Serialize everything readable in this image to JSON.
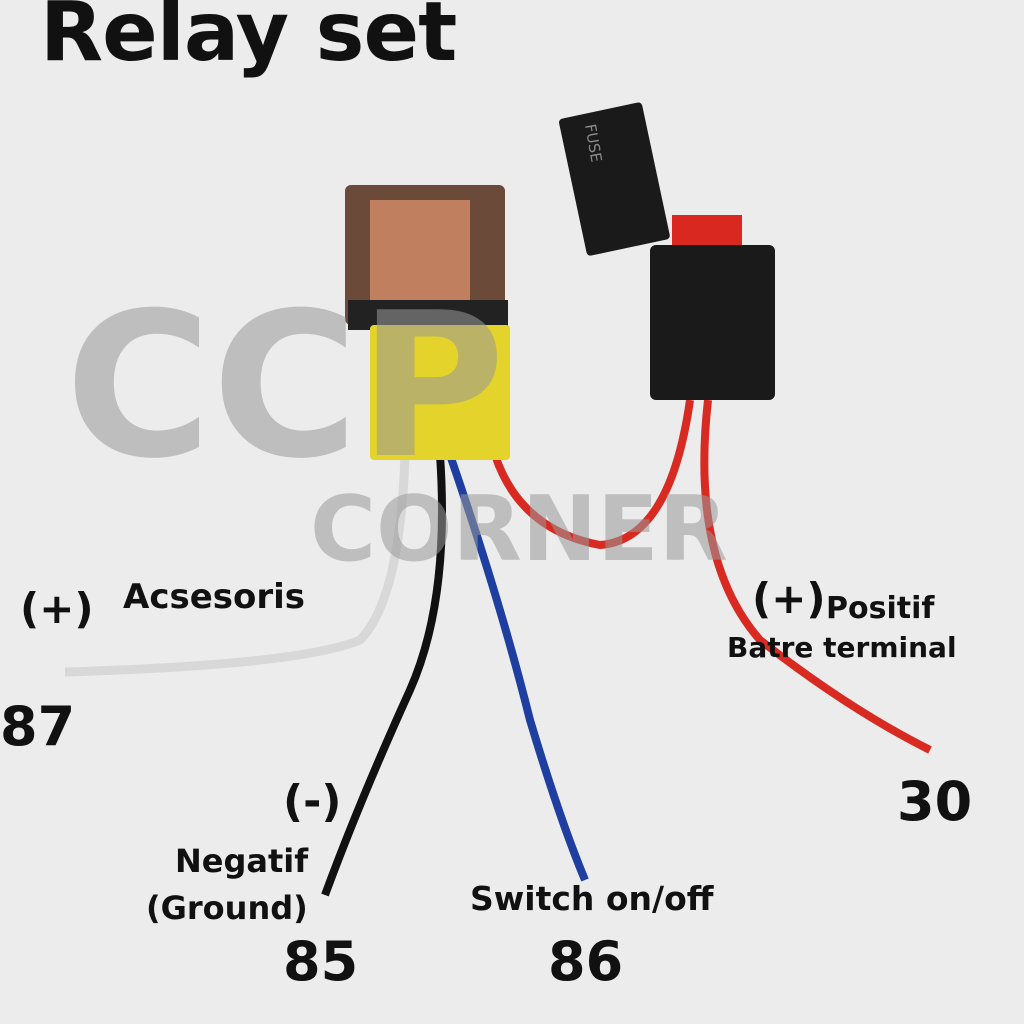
{
  "title": "Relay set",
  "watermark": {
    "line1": "CCP",
    "line2": "CORNER"
  },
  "fuse_holder_text": "FUSE",
  "labels": {
    "acc_sign": "(+)",
    "acc_name": "Acsesoris",
    "acc_pin": "87",
    "neg_sign": "(-)",
    "neg_name": "Negatif",
    "neg_sub": "(Ground)",
    "neg_pin": "85",
    "sw_name": "Switch on/off",
    "sw_pin": "86",
    "pos_sign": "(+)",
    "pos_name": "Positif",
    "pos_sub": "Batre terminal",
    "pos_pin": "30"
  },
  "colors": {
    "background": "#ececec",
    "relay_body": "#e3d32a",
    "relay_cap": "#6b4a3a",
    "wire_white": "#d8d8d8",
    "wire_black": "#111111",
    "wire_blue": "#1f3fa0",
    "wire_red": "#d92a22",
    "fuse_holder": "#1a1a1a"
  }
}
